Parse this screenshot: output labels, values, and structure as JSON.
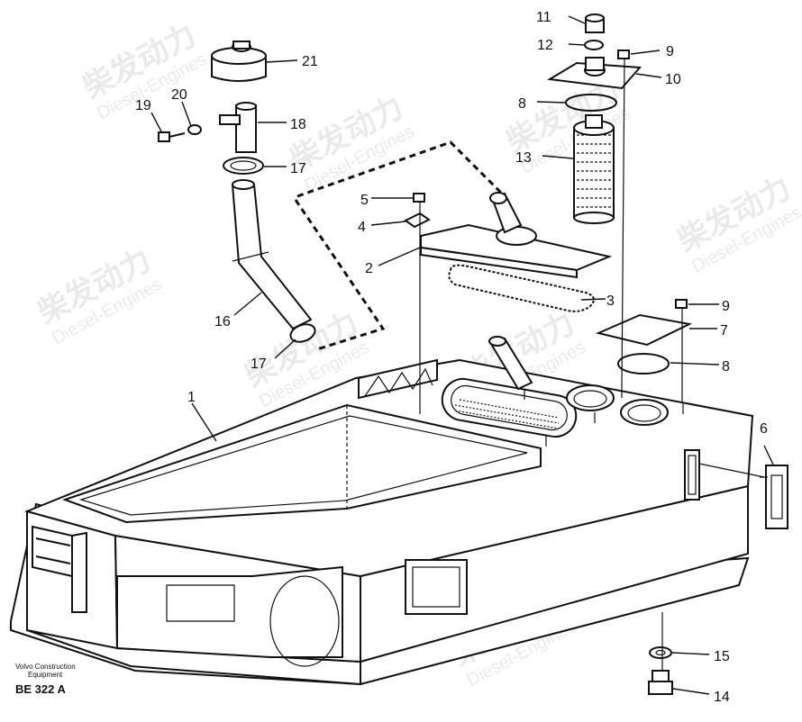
{
  "watermark": {
    "chinese": "柴发动力",
    "english": "Diesel-Engines"
  },
  "caption": {
    "company_line1": "Volvo Construction",
    "company_line2": "Equipment",
    "code": "BE 322 A"
  },
  "part_labels": {
    "p1": "1",
    "p2": "2",
    "p3": "3",
    "p4": "4",
    "p5": "5",
    "p6": "6",
    "p7": "7",
    "p8a": "8",
    "p8b": "8",
    "p9a": "9",
    "p9b": "9",
    "p10": "10",
    "p11": "11",
    "p12": "12",
    "p13": "13",
    "p14": "14",
    "p15": "15",
    "p16": "16",
    "p17a": "17",
    "p17b": "17",
    "p18": "18",
    "p19": "19",
    "p20": "20",
    "p21": "21"
  }
}
